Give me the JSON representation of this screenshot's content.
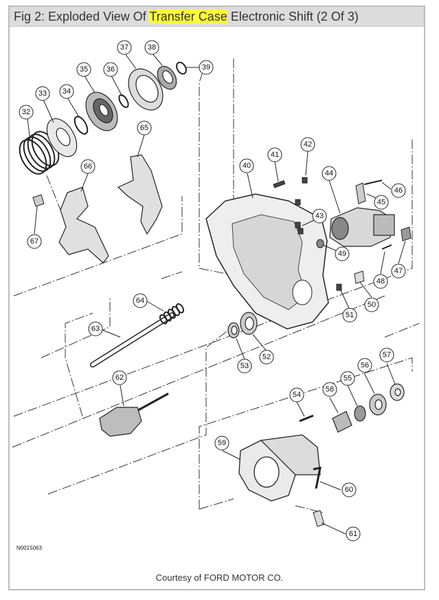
{
  "figure": {
    "title_prefix": "Fig 2: Exploded View Of ",
    "title_highlight": "Transfer Case",
    "title_suffix": " Electronic Shift (2 Of 3)",
    "drawing_code": "N0015063",
    "credit": "Courtesy of FORD MOTOR CO.",
    "callouts": [
      "32",
      "33",
      "34",
      "35",
      "36",
      "37",
      "38",
      "39",
      "40",
      "41",
      "42",
      "43",
      "44",
      "45",
      "46",
      "47",
      "48",
      "49",
      "50",
      "51",
      "52",
      "53",
      "54",
      "55",
      "56",
      "57",
      "58",
      "59",
      "60",
      "61",
      "62",
      "63",
      "64",
      "65",
      "66",
      "67"
    ]
  }
}
